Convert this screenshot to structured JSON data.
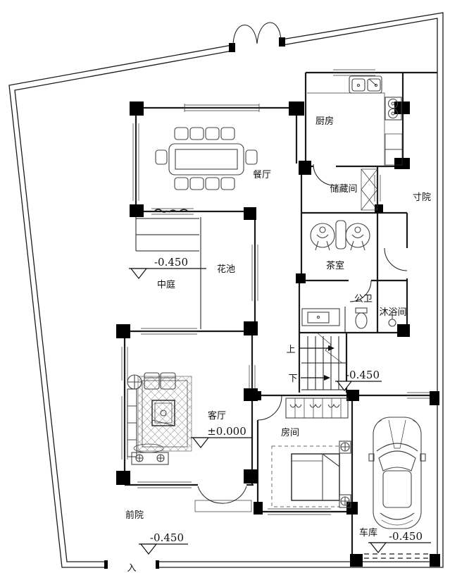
{
  "plan": {
    "rooms": {
      "dining": "餐厅",
      "kitchen": "厨房",
      "storage": "储藏间",
      "side_yard": "寸院",
      "tea_room": "茶室",
      "public_wc": "公卫",
      "shower_room": "沐浴间",
      "courtyard": "中庭",
      "flower_bed": "花池",
      "living_room": "客厅",
      "bedroom": "房间",
      "garage": "车库",
      "front_yard": "前院"
    },
    "stairs": {
      "up": "上",
      "down": "下"
    },
    "entrance_mark": "入",
    "elevations": {
      "courtyard": "-0.450",
      "living_room": "±0.000",
      "stair_landing": "-0.450",
      "front_yard": "-0.450",
      "garage": "-0.450"
    },
    "colors": {
      "line": "#1a1a1a",
      "background": "#ffffff",
      "hatch": "#999999"
    }
  }
}
